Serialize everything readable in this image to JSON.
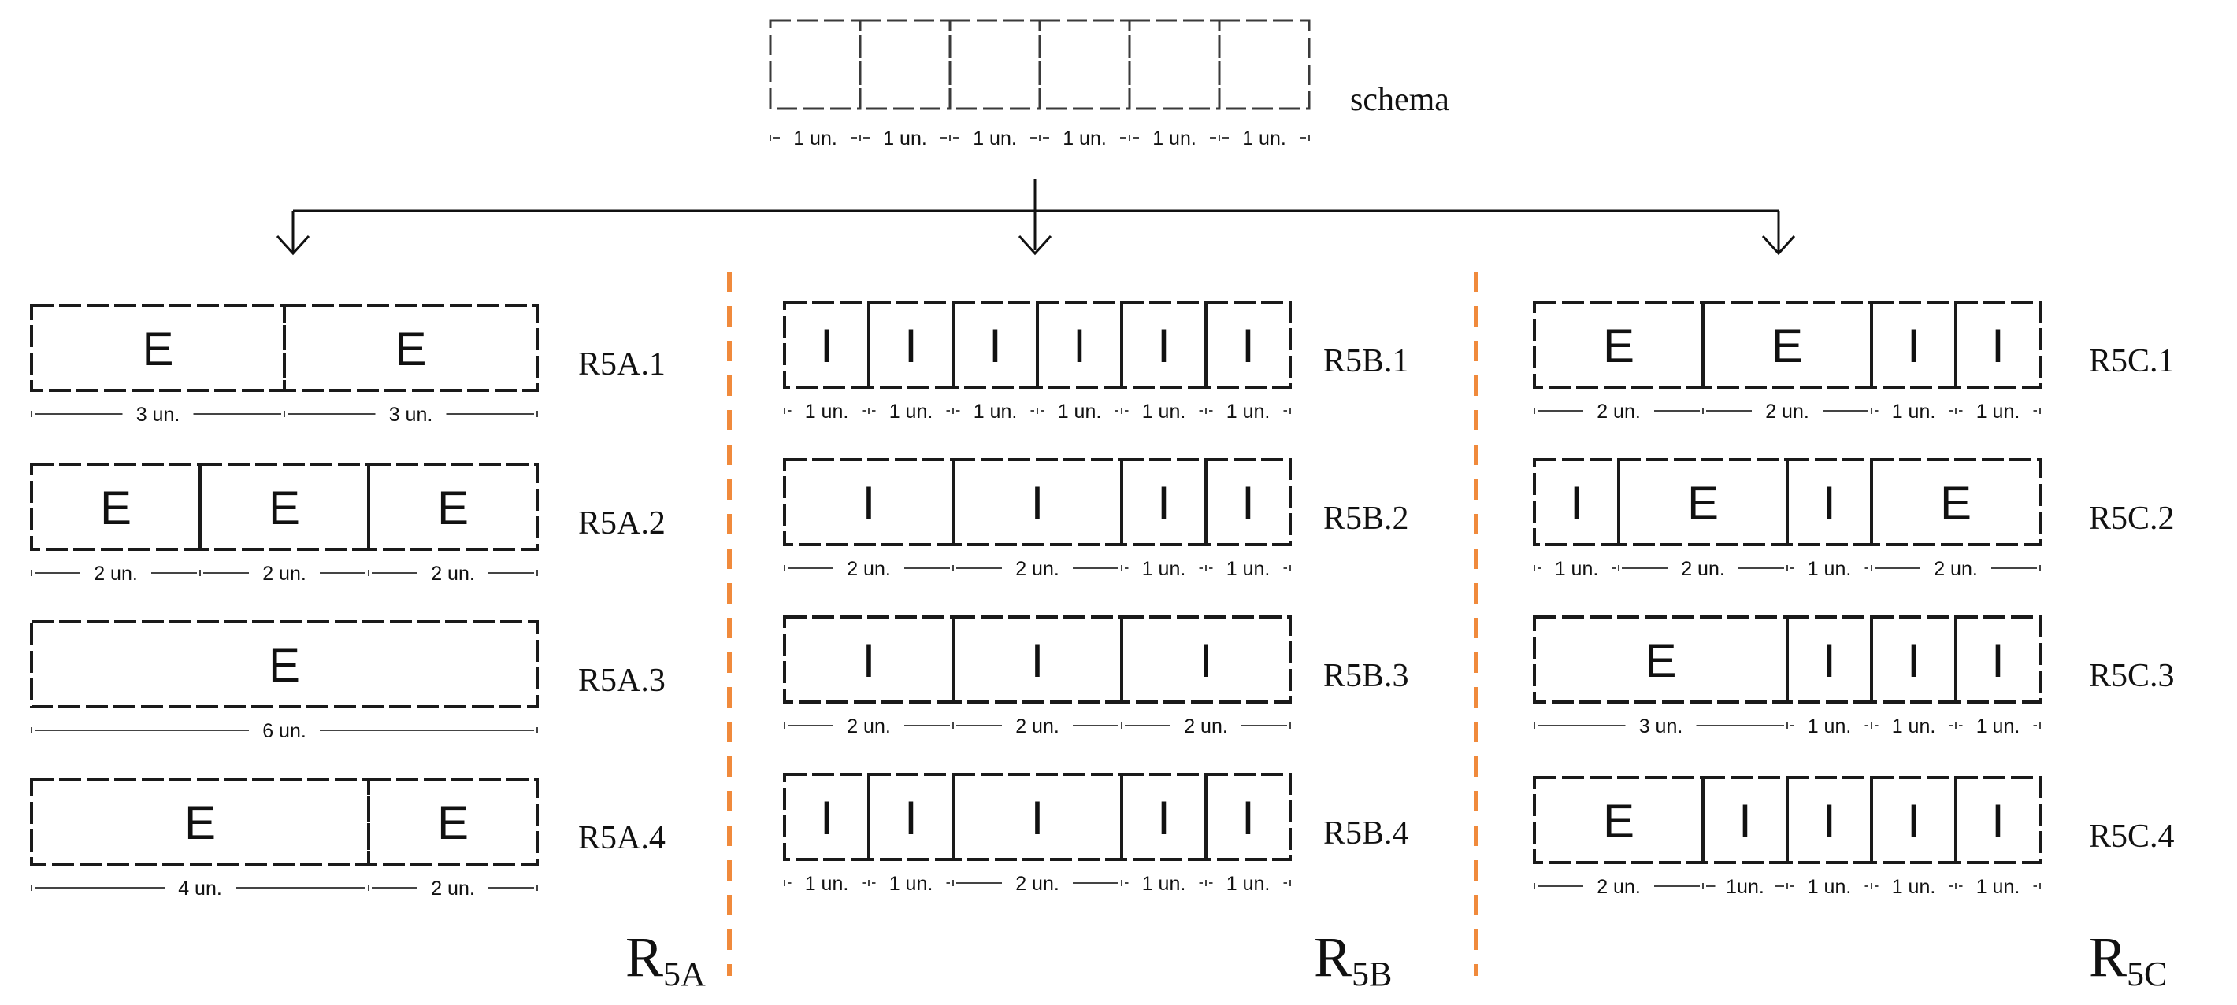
{
  "colors": {
    "divider": "#f08a3c",
    "ink": "#111111"
  },
  "schema": {
    "label": "schema",
    "cells": [
      1,
      1,
      1,
      1,
      1,
      1
    ],
    "dim_labels": [
      "1 un.",
      "1 un.",
      "1 un.",
      "1 un.",
      "1 un.",
      "1 un."
    ]
  },
  "groups": [
    {
      "id": "R5A",
      "main": "R",
      "sub": "5A",
      "rows": [
        {
          "label": "R5A.1",
          "cells": [
            {
              "w": 3,
              "t": "E"
            },
            {
              "w": 3,
              "t": "E"
            }
          ],
          "dims": [
            "3 un.",
            "3 un."
          ]
        },
        {
          "label": "R5A.2",
          "cells": [
            {
              "w": 2,
              "t": "E"
            },
            {
              "w": 2,
              "t": "E"
            },
            {
              "w": 2,
              "t": "E"
            }
          ],
          "dims": [
            "2 un.",
            "2 un.",
            "2 un."
          ]
        },
        {
          "label": "R5A.3",
          "cells": [
            {
              "w": 6,
              "t": "E"
            }
          ],
          "dims": [
            "6 un."
          ]
        },
        {
          "label": "R5A.4",
          "cells": [
            {
              "w": 4,
              "t": "E"
            },
            {
              "w": 2,
              "t": "E"
            }
          ],
          "dims": [
            "4 un.",
            "2 un."
          ]
        }
      ]
    },
    {
      "id": "R5B",
      "main": "R",
      "sub": "5B",
      "rows": [
        {
          "label": "R5B.1",
          "cells": [
            {
              "w": 1,
              "t": "I"
            },
            {
              "w": 1,
              "t": "I"
            },
            {
              "w": 1,
              "t": "I"
            },
            {
              "w": 1,
              "t": "I"
            },
            {
              "w": 1,
              "t": "I"
            },
            {
              "w": 1,
              "t": "I"
            }
          ],
          "dims": [
            "1 un.",
            "1 un.",
            "1 un.",
            "1 un.",
            "1 un.",
            "1 un."
          ]
        },
        {
          "label": "R5B.2",
          "cells": [
            {
              "w": 2,
              "t": "I"
            },
            {
              "w": 2,
              "t": "I"
            },
            {
              "w": 1,
              "t": "I"
            },
            {
              "w": 1,
              "t": "I"
            }
          ],
          "dims": [
            "2 un.",
            "2 un.",
            "1 un.",
            "1 un."
          ]
        },
        {
          "label": "R5B.3",
          "cells": [
            {
              "w": 2,
              "t": "I"
            },
            {
              "w": 2,
              "t": "I"
            },
            {
              "w": 2,
              "t": "I"
            }
          ],
          "dims": [
            "2 un.",
            "2 un.",
            "2 un."
          ]
        },
        {
          "label": "R5B.4",
          "cells": [
            {
              "w": 1,
              "t": "I"
            },
            {
              "w": 1,
              "t": "I"
            },
            {
              "w": 2,
              "t": "I"
            },
            {
              "w": 1,
              "t": "I"
            },
            {
              "w": 1,
              "t": "I"
            }
          ],
          "dims": [
            "1 un.",
            "1 un.",
            "2 un.",
            "1 un.",
            "1 un."
          ]
        }
      ]
    },
    {
      "id": "R5C",
      "main": "R",
      "sub": "5C",
      "rows": [
        {
          "label": "R5C.1",
          "cells": [
            {
              "w": 2,
              "t": "E"
            },
            {
              "w": 2,
              "t": "E"
            },
            {
              "w": 1,
              "t": "I"
            },
            {
              "w": 1,
              "t": "I"
            }
          ],
          "dims": [
            "2 un.",
            "2 un.",
            "1 un.",
            "1 un."
          ]
        },
        {
          "label": "R5C.2",
          "cells": [
            {
              "w": 1,
              "t": "I"
            },
            {
              "w": 2,
              "t": "E"
            },
            {
              "w": 1,
              "t": "I"
            },
            {
              "w": 2,
              "t": "E"
            }
          ],
          "dims": [
            "1 un.",
            "2 un.",
            "1 un.",
            "2 un."
          ]
        },
        {
          "label": "R5C.3",
          "cells": [
            {
              "w": 3,
              "t": "E"
            },
            {
              "w": 1,
              "t": "I"
            },
            {
              "w": 1,
              "t": "I"
            },
            {
              "w": 1,
              "t": "I"
            }
          ],
          "dims": [
            "3 un.",
            "1 un.",
            "1 un.",
            "1 un."
          ]
        },
        {
          "label": "R5C.4",
          "cells": [
            {
              "w": 2,
              "t": "E"
            },
            {
              "w": 1,
              "t": "I"
            },
            {
              "w": 1,
              "t": "I"
            },
            {
              "w": 1,
              "t": "I"
            },
            {
              "w": 1,
              "t": "I"
            }
          ],
          "dims": [
            "2 un.",
            "1un.",
            "1 un.",
            "1 un.",
            "1 un."
          ]
        }
      ]
    }
  ]
}
